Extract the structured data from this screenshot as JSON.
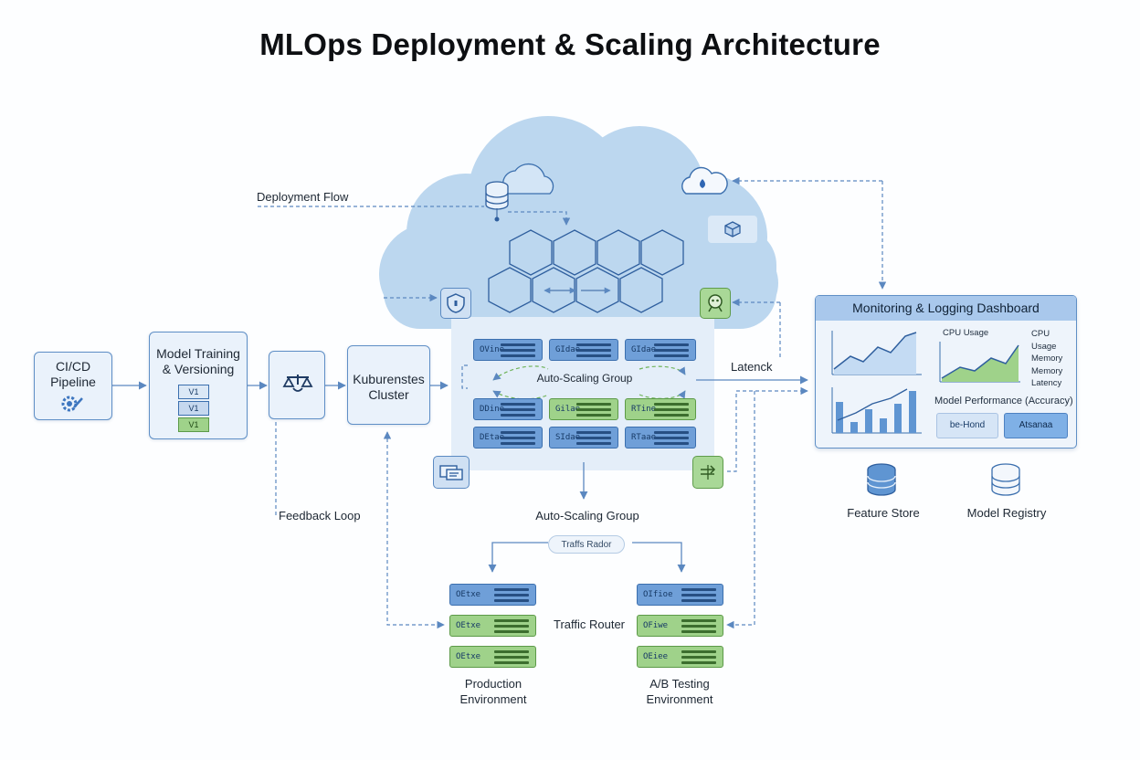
{
  "title": "MLOps Deployment & Scaling Architecture",
  "colors": {
    "accent_blue": "#6f9fd8",
    "accent_green": "#9fd28a",
    "box_border": "#5f8fc6",
    "arrow": "#5b88c0"
  },
  "labels": {
    "deployment_flow": "Deployment Flow",
    "feedback_loop": "Feedback Loop",
    "latency": "Latenck",
    "autoscaling_inner": "Auto-Scaling Group",
    "autoscaling_below": "Auto-Scaling Group",
    "traffic_router_pill": "Traffs Rador",
    "traffic_router": "Traffic Router"
  },
  "pipeline": {
    "cicd": "CI/CD\nPipeline",
    "training": "Model Training\n& Versioning",
    "versions": [
      "V1",
      "V1",
      "V1"
    ],
    "kubernetes": "Kuburenstes\nCluster"
  },
  "autoscaling": {
    "servers": [
      {
        "label": "OVine",
        "color": "blue"
      },
      {
        "label": "GIdae",
        "color": "blue"
      },
      {
        "label": "GIdae",
        "color": "blue"
      },
      {
        "label": "DDine",
        "color": "blue"
      },
      {
        "label": "Gilae",
        "color": "green"
      },
      {
        "label": "RTine",
        "color": "green"
      },
      {
        "label": "DEtae",
        "color": "blue"
      },
      {
        "label": "SIdae",
        "color": "blue"
      },
      {
        "label": "RTaae",
        "color": "blue"
      }
    ]
  },
  "production": {
    "label": "Production\nEnvironment",
    "servers": [
      {
        "label": "OEtxe",
        "color": "blue"
      },
      {
        "label": "OEtxe",
        "color": "green"
      },
      {
        "label": "OEtxe",
        "color": "green"
      }
    ]
  },
  "abtesting": {
    "label": "A/B Testing\nEnvironment",
    "servers": [
      {
        "label": "OIfioe",
        "color": "blue"
      },
      {
        "label": "OFiwe",
        "color": "green"
      },
      {
        "label": "OEiee",
        "color": "green"
      }
    ]
  },
  "dashboard": {
    "title": "Monitoring & Logging Dashboard",
    "cpu_label": "CPU Usage",
    "legend": [
      "CPU Usage",
      "Memory",
      "Memory",
      "Latency"
    ],
    "model_performance": "Model Performance (Accuracy)",
    "buttons": [
      "be-Hond",
      "Atsanaa"
    ]
  },
  "stores": {
    "feature_store": "Feature Store",
    "model_registry": "Model Registry"
  },
  "icons": [
    "gear-icon",
    "balance-scale-icon",
    "database-icon",
    "cloud-icon",
    "shield-icon",
    "cloud-lock-icon",
    "cube-icon",
    "robot-icon",
    "router-icon",
    "cards-icon"
  ]
}
